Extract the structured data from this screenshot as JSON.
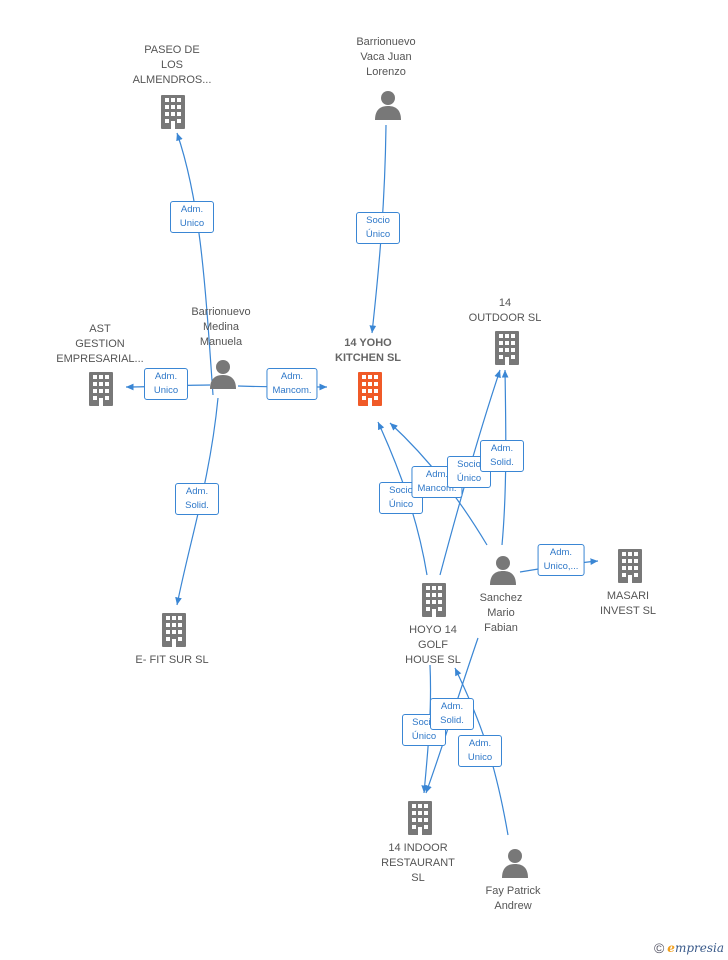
{
  "colors": {
    "edge": "#3a86d4",
    "icon": "#787878",
    "center_icon": "#f05a28"
  },
  "nodes": {
    "paseo": {
      "label": "PASEO DE\nLOS\nALMENDROS...",
      "icon": "building-icon"
    },
    "barrionuevo_vaca": {
      "label": "Barrionuevo\nVaca Juan\nLorenzo",
      "icon": "person-icon"
    },
    "ast": {
      "label": "AST\nGESTION\nEMPRESARIAL...",
      "icon": "building-icon"
    },
    "barrionuevo_medina": {
      "label": "Barrionuevo\nMedina\nManuela",
      "icon": "person-icon"
    },
    "yoho": {
      "label": "14 YOHO\nKITCHEN SL",
      "icon": "building-icon"
    },
    "outdoor": {
      "label": "14\nOUTDOOR SL",
      "icon": "building-icon"
    },
    "efit": {
      "label": "E- FIT SUR SL",
      "icon": "building-icon"
    },
    "hoyo": {
      "label": "HOYO 14\nGOLF\nHOUSE SL",
      "icon": "building-icon"
    },
    "sanchez": {
      "label": "Sanchez\nMario\nFabian",
      "icon": "person-icon"
    },
    "masari": {
      "label": "MASARI\nINVEST SL",
      "icon": "building-icon"
    },
    "indoor": {
      "label": "14 INDOOR\nRESTAURANT\nSL",
      "icon": "building-icon"
    },
    "fay": {
      "label": "Fay Patrick\nAndrew",
      "icon": "person-icon"
    }
  },
  "edge_labels": {
    "e1": "Adm.\nUnico",
    "e2": "Socio\nÚnico",
    "e3": "Adm.\nUnico",
    "e4": "Adm.\nMancom.",
    "e5": "Adm.\nSolid.",
    "e6": "Socio\nÚnico",
    "e7": "Adm.\nMancom.",
    "e8": "Socio\nÚnico",
    "e9": "Adm.\nSolid.",
    "e10": "Adm.\nUnico,...",
    "e11": "Socio\nÚnico",
    "e12": "Adm.\nSolid.",
    "e13": "Adm.\nUnico"
  },
  "footer": {
    "copyright": "©",
    "brand_initial": "e",
    "brand_rest": "mpresia"
  }
}
